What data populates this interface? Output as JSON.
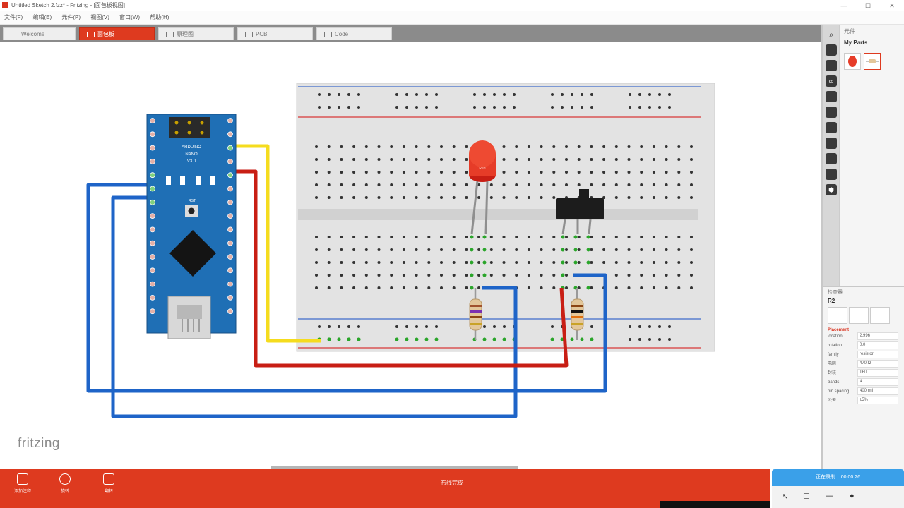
{
  "window": {
    "title": "Untitled Sketch 2.fzz* - Fritzing - [面包板视图]",
    "controls": [
      "—",
      "☐",
      "✕"
    ]
  },
  "menu": [
    "文件(F)",
    "编辑(E)",
    "元件(P)",
    "视图(V)",
    "窗口(W)",
    "帮助(H)"
  ],
  "tabs": [
    {
      "label": "Welcome",
      "active": false
    },
    {
      "label": "面包板",
      "active": true
    },
    {
      "label": "原理图",
      "active": false
    },
    {
      "label": "PCB",
      "active": false
    },
    {
      "label": "Code",
      "active": false
    }
  ],
  "canvas": {
    "brand": "fritzing",
    "arduino_label_1": "ARDUINO",
    "arduino_label_2": "NANO",
    "arduino_label_3": "V3.0",
    "arduino_label_4": "RST",
    "led_text": "Red",
    "wire_colors": {
      "yellow": "#f5dc1e",
      "red": "#c81e14",
      "blue": "#1e64c8"
    },
    "board_color": "#1f6fb5",
    "accent": "#de3a1f"
  },
  "parts_bin": {
    "title": "元件",
    "label": "My Parts"
  },
  "inspector": {
    "head": "检查器",
    "id": "R2",
    "section": "Placement",
    "rows": [
      {
        "k": "location",
        "v": "2.996"
      },
      {
        "k": "rotation",
        "v": "0.0"
      },
      {
        "k": "family",
        "v": "resistor"
      },
      {
        "k": "电阻",
        "v": "470 Ω"
      },
      {
        "k": "封装",
        "v": "THT"
      },
      {
        "k": "bands",
        "v": "4"
      },
      {
        "k": "pin spacing",
        "v": "400 mil"
      },
      {
        "k": "公差",
        "v": "±5%"
      }
    ]
  },
  "bottom": {
    "buttons": [
      "添加注释",
      "旋转",
      "翻转"
    ],
    "status": "布线完成",
    "notification": "正在录制... 00:00:26"
  },
  "taskbar": [
    "↖",
    "☐",
    "—",
    "●"
  ]
}
